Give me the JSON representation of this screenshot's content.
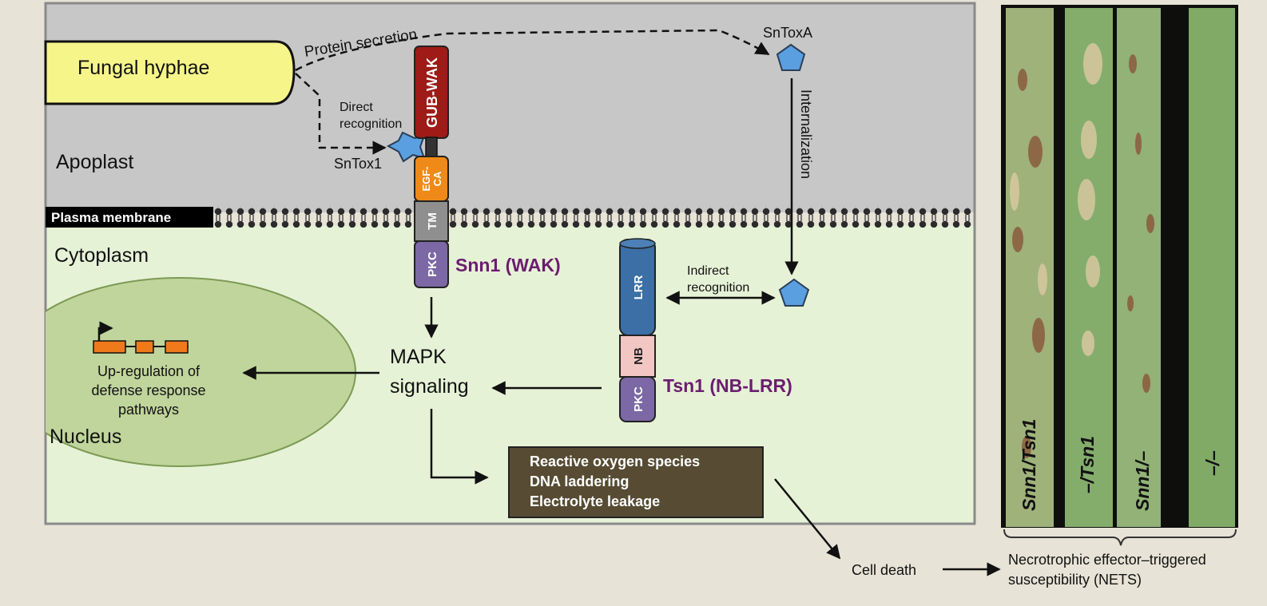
{
  "diagram": {
    "regions": {
      "apoplast": "Apoplast",
      "plasma_membrane": "Plasma membrane",
      "cytoplasm": "Cytoplasm",
      "nucleus": "Nucleus"
    },
    "fungal_hyphae": "Fungal hyphae",
    "arrows": {
      "protein_secretion": "Protein secretion",
      "direct_recognition_1": "Direct",
      "direct_recognition_2": "recognition",
      "internalization": "Internalization",
      "indirect_recognition_1": "Indirect",
      "indirect_recognition_2": "recognition"
    },
    "toxins": {
      "sntox1": "SnTox1",
      "sntoxa": "SnToxA"
    },
    "snn1": {
      "name": "Snn1 (WAK)",
      "domains": {
        "gub_wak": "GUB-WAK",
        "egf_ca_1": "EGF-",
        "egf_ca_2": "CA",
        "tm": "TM",
        "pkc": "PKC"
      }
    },
    "tsn1": {
      "name": "Tsn1 (NB-LRR)",
      "domains": {
        "lrr": "LRR",
        "nb": "NB",
        "pkc": "PKC"
      }
    },
    "mapk_1": "MAPK",
    "mapk_2": "signaling",
    "upregulation": [
      "Up-regulation of",
      "defense response",
      "pathways"
    ],
    "outcomes": [
      "Reactive oxygen species",
      "DNA laddering",
      "Electrolyte leakage"
    ],
    "cell_death": "Cell death",
    "nets": [
      "Necrotrophic effector–triggered",
      "susceptibility (NETS)"
    ],
    "leaf_genotypes": [
      "Snn1/Tsn1",
      "–/Tsn1",
      "Snn1/–",
      "–/–"
    ],
    "colors": {
      "apoplast_bg": "#c7c7c7",
      "cytoplasm_bg": "#e6f2d6",
      "nucleus_fill": "#c0d59b",
      "hyphae_fill": "#f6f58a",
      "gub_wak": "#9e1b17",
      "egf_ca": "#ef8a18",
      "tm": "#8f8f8f",
      "pkc": "#7b68a5",
      "lrr": "#3b6fa6",
      "nb": "#f2c6c2",
      "toxin": "#5a9fe0",
      "protein_label": "#6b1d6f",
      "outcome_box": "#574c33",
      "gene_box": "#ee7a1b"
    }
  }
}
